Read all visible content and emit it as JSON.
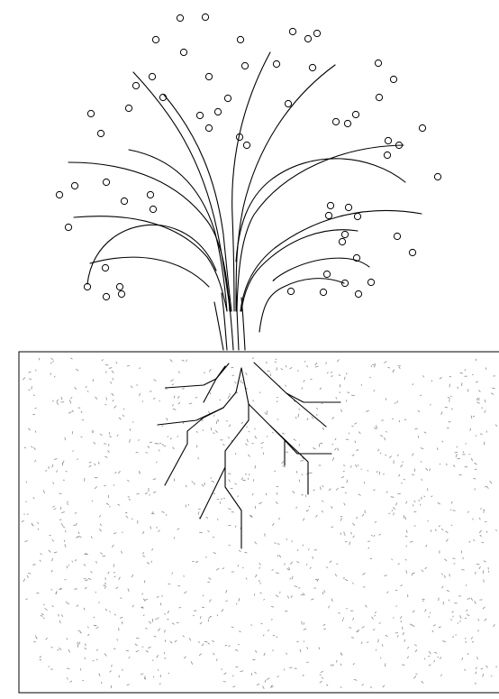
{
  "diagram": {
    "subject": "grass-plant-with-seed-heads-and-roots",
    "colors": {
      "stroke": "#000000",
      "background": "#ffffff",
      "soil_speckle": "#8a8a8a"
    },
    "components": [
      "seed-cluster",
      "grass-blades",
      "stem-base",
      "soil-block",
      "root-system"
    ]
  }
}
